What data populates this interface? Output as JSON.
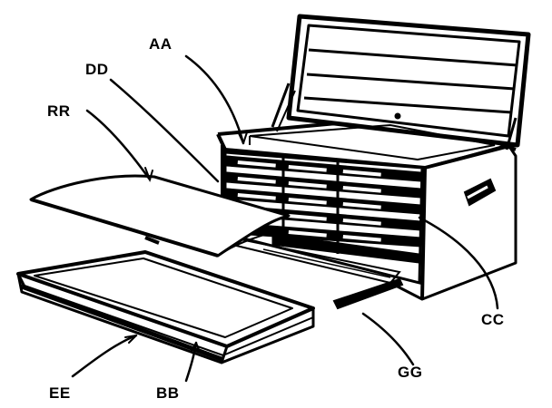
{
  "diagram": {
    "labels": {
      "aa": "AA",
      "dd": "DD",
      "rr": "RR",
      "cc": "CC",
      "gg": "GG",
      "ee": "EE",
      "bb": "BB"
    }
  },
  "colors": {
    "ink": "#000000",
    "paper": "#ffffff"
  }
}
